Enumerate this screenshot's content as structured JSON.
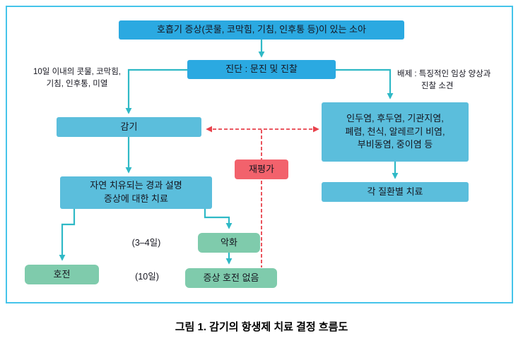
{
  "figure": {
    "caption": "그림 1. 감기의 항생제 치료 결정 흐름도"
  },
  "flowchart": {
    "nodes": {
      "start": "호흡기 증상(콧물, 코막힘, 기침, 인후통 등)이 있는 소아",
      "diagnosis": "진단 : 문진 및 진찰",
      "cold": "감기",
      "diseases": {
        "line1": "인두염, 후두염, 기관지염,",
        "line2": "폐렴, 천식, 알레르기 비염,",
        "line3": "부비동염, 중이염 등"
      },
      "reevaluation": "재평가",
      "treatment": "각 질환별 치료",
      "natural": {
        "line1": "자연 치유되는 경과 설명",
        "line2": "증상에 대한 치료"
      },
      "worsening": "악화",
      "improvement": "호전",
      "no_improvement": "증상 호전 없음"
    },
    "annotations": {
      "left": {
        "line1": "10일 이내의 콧물, 코막힘,",
        "line2": "기침, 인후통, 미열"
      },
      "right": {
        "line1": "배제 : 특징적인 임상 양상과",
        "line2": "진찰 소견"
      },
      "days34": "(3–4일)",
      "days10": "(10일)"
    },
    "colors": {
      "primary_blue": "#2BA9E1",
      "light_blue": "#5BBEDC",
      "green": "#7FCBAC",
      "red": "#F2626C",
      "arrow_teal": "#2FB9C6",
      "arrow_red": "#E8414B",
      "border_cyan": "#45C4EA"
    }
  }
}
